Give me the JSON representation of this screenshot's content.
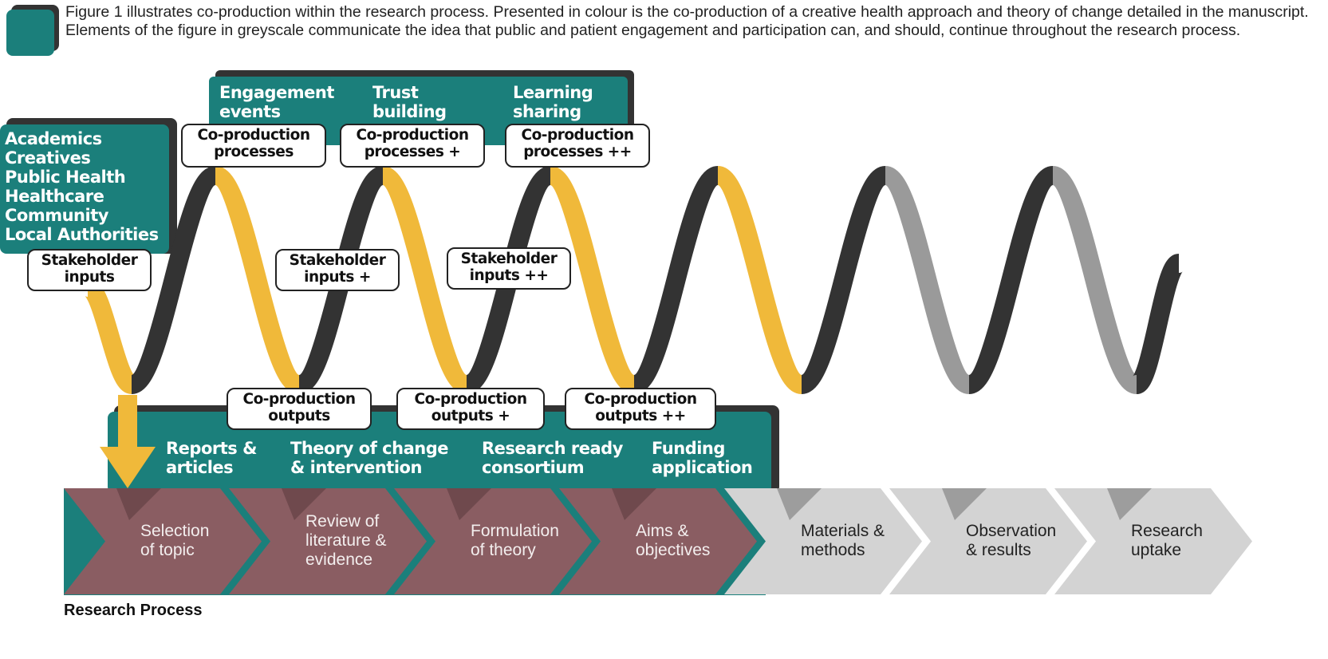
{
  "caption": "Figure 1 illustrates co-production within the research process. Presented in colour is the co-production of a creative health approach and theory of change detailed in the manuscript. Elements of the figure in greyscale communicate the idea that public and patient engagement and participation can, and should, continue throughout the research process.",
  "stakeholders": [
    "Academics",
    "Creatives",
    "Public Health",
    "Healthcare",
    "Community",
    "Local Authorities"
  ],
  "top_activities": [
    {
      "l1": "Engagement",
      "l2": "events"
    },
    {
      "l1": "Trust",
      "l2": "building"
    },
    {
      "l1": "Learning",
      "l2": "sharing"
    }
  ],
  "processes": [
    {
      "l1": "Co-production",
      "l2": "processes"
    },
    {
      "l1": "Co-production",
      "l2": "processes +"
    },
    {
      "l1": "Co-production",
      "l2": "processes ++"
    }
  ],
  "inputs": [
    {
      "l1": "Stakeholder",
      "l2": "inputs"
    },
    {
      "l1": "Stakeholder",
      "l2": "inputs +"
    },
    {
      "l1": "Stakeholder",
      "l2": "inputs ++"
    }
  ],
  "outputs": [
    {
      "l1": "Co-production",
      "l2": "outputs"
    },
    {
      "l1": "Co-production",
      "l2": "outputs +"
    },
    {
      "l1": "Co-production",
      "l2": "outputs ++"
    }
  ],
  "deliverables": [
    {
      "l1": "Reports &",
      "l2": "articles"
    },
    {
      "l1": "Theory of change",
      "l2": "& intervention"
    },
    {
      "l1": "Research ready",
      "l2": "consortium"
    },
    {
      "l1": "Funding",
      "l2": "application"
    }
  ],
  "steps": [
    {
      "lines": [
        "Selection",
        "of topic"
      ],
      "active": true
    },
    {
      "lines": [
        "Review of",
        "literature &",
        "evidence"
      ],
      "active": true
    },
    {
      "lines": [
        "Formulation",
        "of theory"
      ],
      "active": true
    },
    {
      "lines": [
        "Aims &",
        "objectives"
      ],
      "active": true
    },
    {
      "lines": [
        "Materials &",
        "methods"
      ],
      "active": false
    },
    {
      "lines": [
        "Observation",
        "& results"
      ],
      "active": false
    },
    {
      "lines": [
        "Research",
        "uptake"
      ],
      "active": false
    }
  ],
  "footer_label": "Research Process",
  "colors": {
    "teal": "#1b7f7b",
    "shadow": "#333333",
    "yellow": "#f0b93a",
    "dark": "#333333",
    "grey": "#9a9a9a",
    "maroon": "#8a5d62",
    "chevron_grey": "#d3d3d3"
  }
}
